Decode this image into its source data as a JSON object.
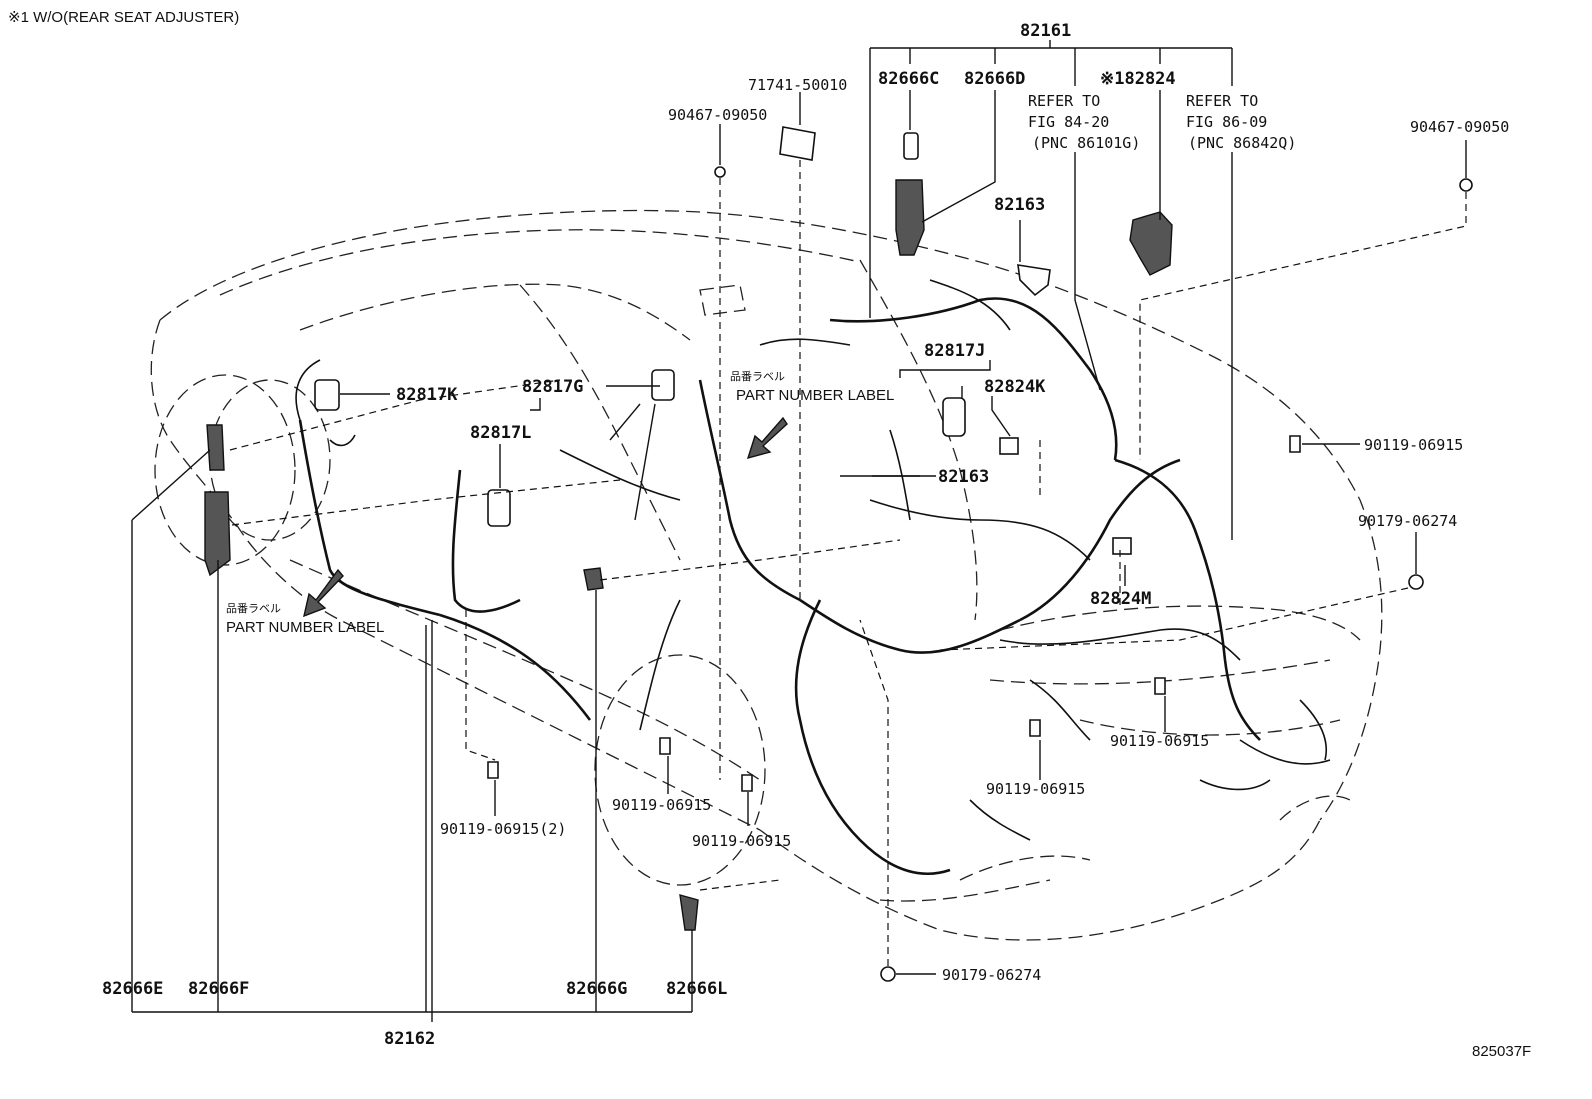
{
  "note": "※1 W/O(REAR SEAT ADJUSTER)",
  "figure_id": "825037F",
  "labels": {
    "p82161": "82161",
    "p82666C": "82666C",
    "p82666D": "82666D",
    "p182824": "※182824",
    "p71741": "71741-50010",
    "p90467_left": "90467-09050",
    "p90467_right": "90467-09050",
    "refer1_line1": "REFER TO",
    "refer1_line2": "FIG 84-20",
    "refer1_line3": "(PNC 86101G)",
    "refer2_line1": "REFER TO",
    "refer2_line2": "FIG 86-09",
    "refer2_line3": "(PNC 86842Q)",
    "p82163_top": "82163",
    "p82817J": "82817J",
    "p82817K": "82817K",
    "p82817G": "82817G",
    "p82817L": "82817L",
    "p82824K": "82824K",
    "p82163_mid": "82163",
    "p82824M": "82824M",
    "p90119_r1": "90119-06915",
    "p90179_r": "90179-06274",
    "p90119_r2": "90119-06915",
    "p90119_c": "90119-06915",
    "p90119_l2": "90119-06915(2)",
    "p90119_m1": "90119-06915",
    "p90119_m2": "90119-06915",
    "p90179_b": "90179-06274",
    "p82666E": "82666E",
    "p82666F": "82666F",
    "p82666G": "82666G",
    "p82666L": "82666L",
    "p82162": "82162",
    "pn_label_jp_1": "品番ラベル",
    "pn_label_1": "PART NUMBER LABEL",
    "pn_label_jp_2": "品番ラベル",
    "pn_label_2": "PART NUMBER LABEL"
  }
}
